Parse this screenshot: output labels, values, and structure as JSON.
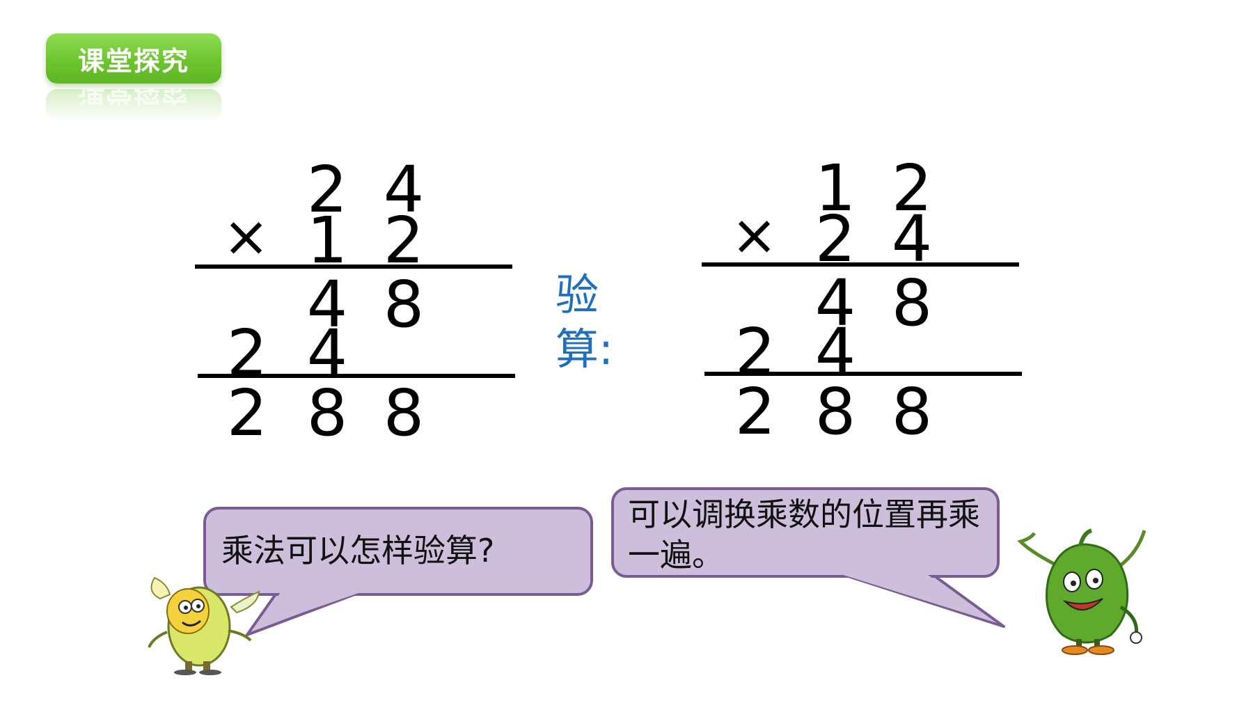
{
  "header": {
    "tag": "课堂探究"
  },
  "left_calc": {
    "row1": [
      "2",
      "4"
    ],
    "times": "×",
    "row2": [
      "1",
      "2"
    ],
    "partial1": [
      "4",
      "8"
    ],
    "partial2": [
      "2",
      "4"
    ],
    "result": [
      "2",
      "8",
      "8"
    ]
  },
  "verify_label": {
    "line1": "验",
    "line2": "算:"
  },
  "right_calc": {
    "row1": [
      "1",
      "2"
    ],
    "times": "×",
    "row2": [
      "2",
      "4"
    ],
    "partial1": [
      "4",
      "8"
    ],
    "partial2": [
      "2",
      "4"
    ],
    "result": [
      "2",
      "8",
      "8"
    ]
  },
  "bubble_left": {
    "text": "乘法可以怎样验算?"
  },
  "bubble_right": {
    "text": "可以调换乘数的位置再乘一遍。"
  },
  "colors": {
    "tag_green": "#6cc52e",
    "bubble_fill": "#cdbfdc",
    "bubble_border": "#7a5b92",
    "verify_blue": "#1f6fc0"
  }
}
